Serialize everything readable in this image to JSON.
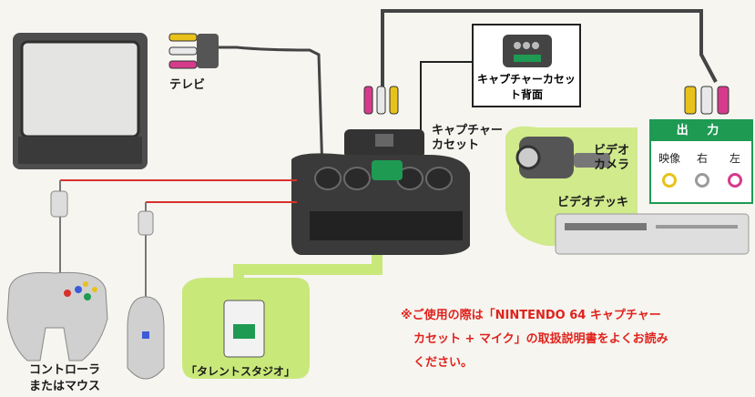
{
  "labels": {
    "tv": "テレビ",
    "capture_cassette": [
      "キャプチャー",
      "カセット"
    ],
    "capture_back": "キャプチャーカセット背面",
    "video_camera": [
      "ビデオ",
      "カメラ"
    ],
    "video_deck": "ビデオデッキ",
    "controller": [
      "コントローラ",
      "またはマウス"
    ],
    "talent_studio": "「タレントスタジオ」"
  },
  "output": {
    "title": "出 力",
    "columns": [
      {
        "label": "映像",
        "color": "#e8c21a"
      },
      {
        "label": "右",
        "color": "#9a9a9a"
      },
      {
        "label": "左",
        "color": "#d63b8b"
      }
    ]
  },
  "notice": {
    "line1": "※ご使用の際は「NINTENDO 64 キャプチャー",
    "line2": "カセット + マイク」の取扱説明書をよくお読み",
    "line3": "ください。"
  },
  "colors": {
    "accent_green": "#1e9a53",
    "highlight_green": "#c9e87a",
    "notice_red": "#e0221c",
    "cable_red": "#d9302a"
  }
}
